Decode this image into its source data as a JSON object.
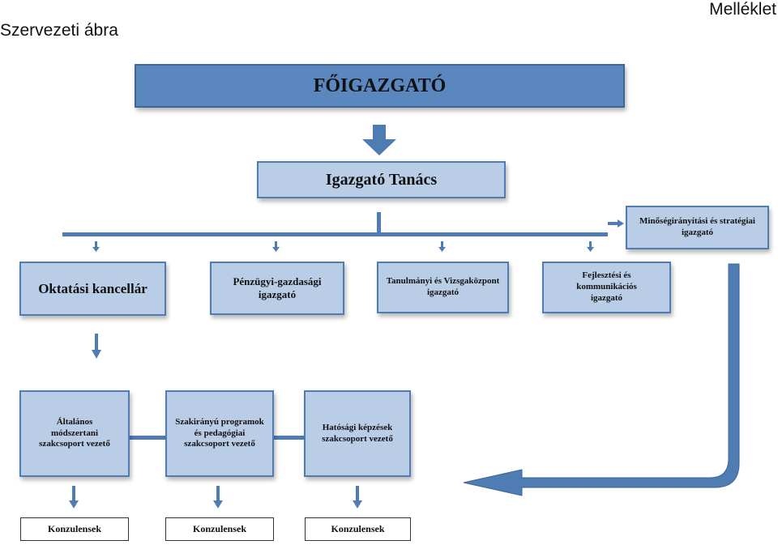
{
  "header": {
    "left_title": "Szervezeti ábra",
    "right_title": "Melléklet"
  },
  "nodes": {
    "foigazgato": "FŐIGAZGATÓ",
    "igazgato_tanacs": "Igazgató Tanács",
    "minoseg": "Minőségirányítási és stratégiai igazgató",
    "oktatasi": "Oktatási kancellár",
    "penzugyi": "Pénzügyi-gazdasági igazgató",
    "tanulmanyi": "Tanulmányi és Vizsgaközpont igazgató",
    "fejlesztesi": "Fejlesztési és kommunikációs igazgató",
    "altalanos": "Általános módszertani szakcsoport vezető",
    "szakiranyu": "Szakirányú programok és pedagógiai szakcsoport vezető",
    "hatosagi": "Hatósági képzések szakcsoport vezető",
    "konzulensek": "Konzulensek"
  },
  "colors": {
    "box_fill": "#b9cde6",
    "box_fill_dark": "#5b87bf",
    "box_border": "#4f7cb3",
    "connector": "#4f7cb3"
  }
}
